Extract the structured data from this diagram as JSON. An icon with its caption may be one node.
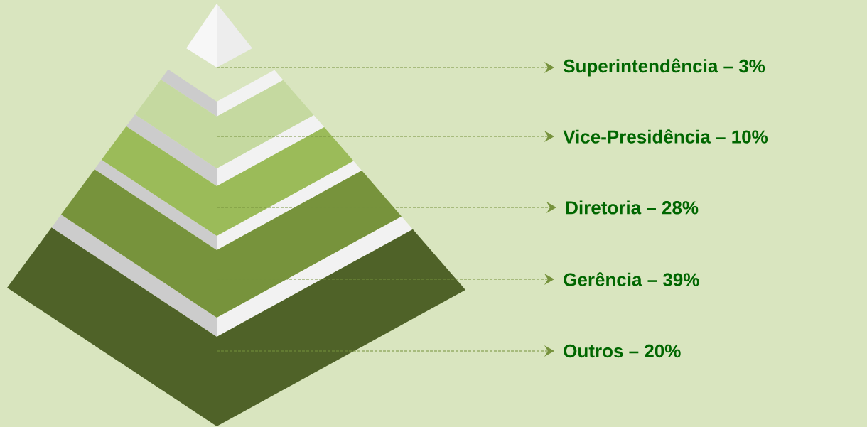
{
  "diagram": {
    "nodes": [
      {
        "text": [
          "Superintendência – 3%"
        ]
      },
      {
        "text": [
          "Vice-Presidência – 10%"
        ]
      },
      {
        "text": [
          "Diretoria – 28%"
        ]
      },
      {
        "text": [
          "Gerência – 39%"
        ]
      },
      {
        "text": [
          "Outros – 20%"
        ]
      }
    ],
    "edges": [
      {
        "from": null,
        "to": 0,
        "arrow": "to",
        "style": "dashed"
      },
      {
        "from": null,
        "to": 1,
        "arrow": "to",
        "style": "dashed"
      },
      {
        "from": null,
        "to": 2,
        "arrow": "to",
        "style": "dashed"
      },
      {
        "from": null,
        "to": 3,
        "arrow": "to",
        "style": "dashed"
      },
      {
        "from": null,
        "to": 4,
        "arrow": "to",
        "style": "dashed"
      }
    ]
  }
}
